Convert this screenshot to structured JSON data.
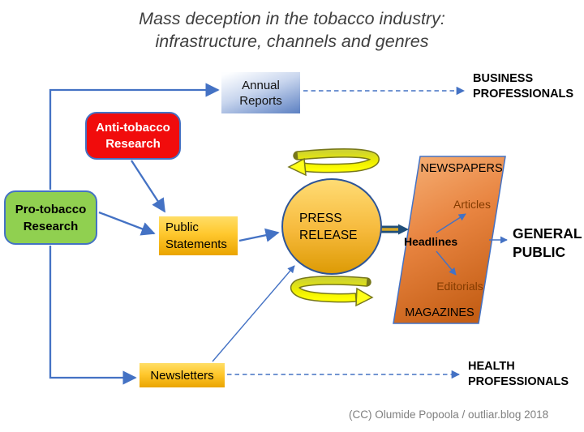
{
  "title": {
    "line1": "Mass deception in the tobacco industry:",
    "line2": "infrastructure, channels and genres"
  },
  "nodes": {
    "annual_reports": {
      "label": "Annual Reports"
    },
    "anti_tobacco": {
      "label": "Anti-tobacco Research"
    },
    "pro_tobacco": {
      "label": "Pro-tobacco Research"
    },
    "public_statements": {
      "label": "Public Statements"
    },
    "press_release": {
      "label": "PRESS RELEASE"
    },
    "newsletters": {
      "label": "Newsletters"
    },
    "media_panel": {
      "top_label": "NEWSPAPERS",
      "bottom_label": "MAGAZINES",
      "genres": {
        "articles": "Articles",
        "headlines": "Headlines",
        "editorials": "Editorials"
      }
    }
  },
  "audiences": {
    "business": "BUSINESS PROFESSIONALS",
    "general": "GENERAL PUBLIC",
    "health": "HEALTH PROFESSIONALS"
  },
  "credit": "(CC)  Olumide Popoola / outliar.blog 2018",
  "colors": {
    "connector_blue": "#4472C4",
    "thick_arrow_navy": "#1F4E79",
    "thick_arrow_gold": "#D9A826",
    "loop_arrow_yellow": "#FFFF05",
    "loop_arrow_outline": "#77771A",
    "annual_reports_blue": "#5C80C2",
    "anti_tobacco_red": "#F10C0C",
    "pro_tobacco_green": "#90D050",
    "gold_box": "#FFC82E",
    "press_release_gold": "#F6B93B",
    "media_panel_orange": "#E07B35",
    "genre_text_brown": "#833B00",
    "credit_gray": "#7F7F7F"
  }
}
